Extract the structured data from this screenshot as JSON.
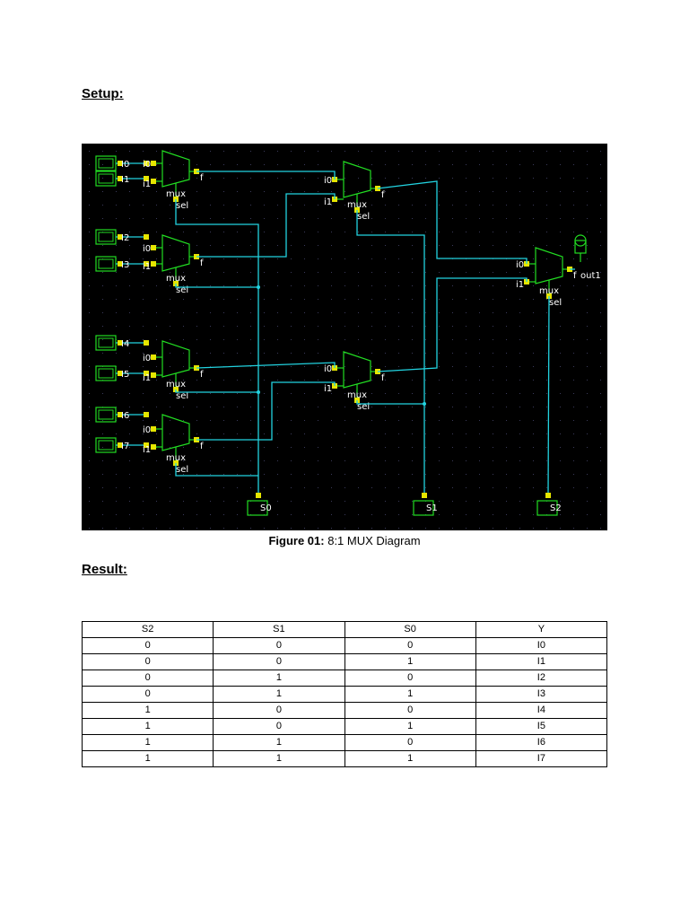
{
  "setup_heading": "Setup:",
  "result_heading": "Result:",
  "figure": {
    "caption_prefix": "Figure 01:",
    "caption_text": "8:1 MUX Diagram",
    "colors": {
      "background": "#000000",
      "wire": "#22d3e0",
      "component": "#22dd22",
      "pin": "#e6e600"
    },
    "port_labels": {
      "in0": "i0",
      "in1": "i1",
      "out": "f",
      "block": "mux",
      "select": "sel"
    },
    "inputs": [
      "I0",
      "I1",
      "I2",
      "I3",
      "I4",
      "I5",
      "I6",
      "I7"
    ],
    "selects": [
      "S0",
      "S1",
      "S2"
    ],
    "output": "out1"
  },
  "truth_table": {
    "headers": [
      "S2",
      "S1",
      "S0",
      "Y"
    ],
    "rows": [
      [
        "0",
        "0",
        "0",
        "I0"
      ],
      [
        "0",
        "0",
        "1",
        "I1"
      ],
      [
        "0",
        "1",
        "0",
        "I2"
      ],
      [
        "0",
        "1",
        "1",
        "I3"
      ],
      [
        "1",
        "0",
        "0",
        "I4"
      ],
      [
        "1",
        "0",
        "1",
        "I5"
      ],
      [
        "1",
        "1",
        "0",
        "I6"
      ],
      [
        "1",
        "1",
        "1",
        "I7"
      ]
    ]
  }
}
